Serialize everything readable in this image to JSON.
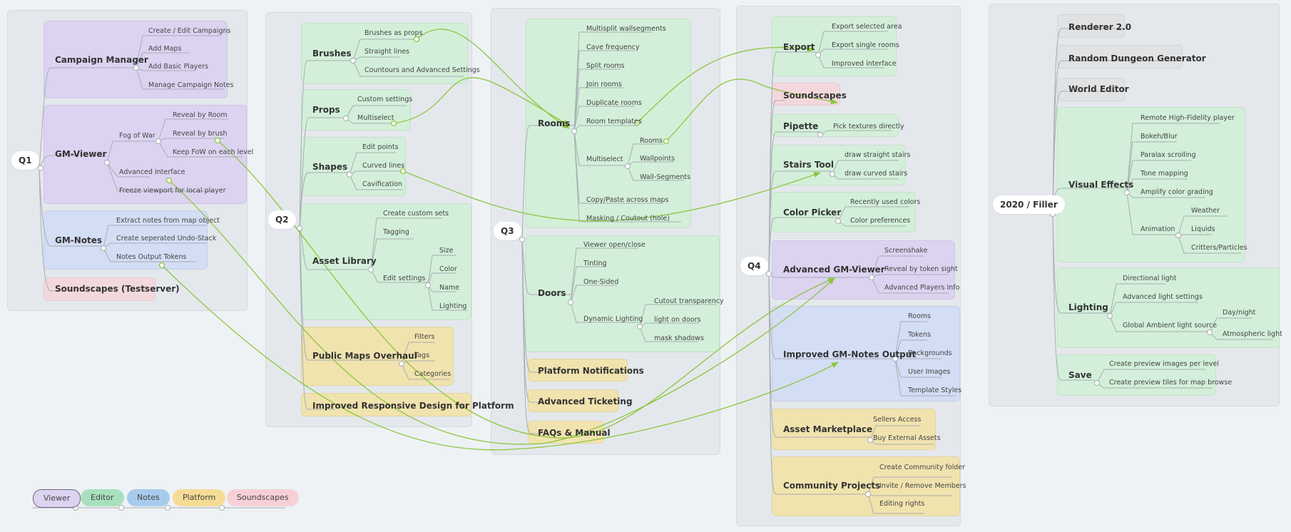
{
  "quarters": {
    "q1": {
      "label": "Q1",
      "campaign_manager": {
        "title": "Campaign Manager",
        "items": [
          "Create / Edit Campaigns",
          "Add Maps",
          "Add Basic Players",
          "Manage Campaign Notes"
        ]
      },
      "gm_viewer": {
        "title": "GM-Viewer",
        "fog_of_war": "Fog of War",
        "fow_items": [
          "Reveal by Room",
          "Reveal by brush",
          "Keep FoW on each level"
        ],
        "advanced_interface": "Advanced Interface",
        "freeze_viewport": "Freeze viewport for local player"
      },
      "gm_notes": {
        "title": "GM-Notes",
        "items": [
          "Extract notes from map object",
          "Create seperated Undo-Stack",
          "Notes Output Tokens"
        ]
      },
      "soundscapes_test": "Soundscapes (Testserver)"
    },
    "q2": {
      "label": "Q2",
      "brushes": {
        "title": "Brushes",
        "items": [
          "Brushes as props",
          "Straight lines",
          "Countours and Advanced Settings"
        ]
      },
      "props": {
        "title": "Props",
        "items": [
          "Custom settings",
          "Multiselect"
        ]
      },
      "shapes": {
        "title": "Shapes",
        "items": [
          "Edit points",
          "Curved lines",
          "Cavification"
        ]
      },
      "asset_library": {
        "title": "Asset Library",
        "items": [
          "Create custom sets",
          "Tagging"
        ],
        "edit_settings": "Edit settings",
        "edit_items": [
          "Size",
          "Color",
          "Name",
          "Lighting"
        ]
      },
      "public_maps": {
        "title": "Public Maps Overhaul",
        "items": [
          "Filters",
          "Tags",
          "Categories"
        ]
      },
      "responsive": "Improved Responsive Design for Platform"
    },
    "q3": {
      "label": "Q3",
      "rooms": {
        "title": "Rooms",
        "items": [
          "Multisplit wallsegments",
          "Cave frequency",
          "Split rooms",
          "Join rooms",
          "Duplicate rooms",
          "Room templates"
        ],
        "multiselect": "Multiselect",
        "multiselect_items": [
          "Rooms",
          "Wallpoints",
          "Wall-Segments"
        ],
        "items_after": [
          "Copy/Paste across maps",
          "Masking / Coutout (hole)"
        ]
      },
      "doors": {
        "title": "Doors",
        "items": [
          "Viewer open/close",
          "Tinting",
          "One-Sided"
        ],
        "dynamic_lighting": "Dynamic Lighting",
        "dl_items": [
          "Cutout transparency",
          "light on doors",
          "mask shadows"
        ]
      },
      "platform_notifications": "Platform Notifications",
      "advanced_ticketing": "Advanced Ticketing",
      "faqs": "FAQs & Manual"
    },
    "q4": {
      "label": "Q4",
      "export": {
        "title": "Export",
        "items": [
          "Export selected area",
          "Export single rooms",
          "Improved interface"
        ]
      },
      "soundscapes": "Soundscapes",
      "pipette": {
        "title": "Pipette",
        "items": [
          "Pick textures directly"
        ]
      },
      "stairs": {
        "title": "Stairs Tool",
        "items": [
          "draw straight stairs",
          "draw curved stairs"
        ]
      },
      "color_picker": {
        "title": "Color Picker",
        "items": [
          "Recently used colors",
          "Color preferences"
        ]
      },
      "adv_gm_viewer": {
        "title": "Advanced GM-Viewer",
        "items": [
          "Screenshake",
          "Reveal by token sight",
          "Advanced Players Info"
        ]
      },
      "gm_notes_output": {
        "title": "Improved GM-Notes Output",
        "items": [
          "Rooms",
          "Tokens",
          "Backgrounds",
          "User Images",
          "Template Styles"
        ]
      },
      "asset_marketplace": {
        "title": "Asset Marketplace",
        "items": [
          "Sellers Access",
          "Buy External Assets"
        ]
      },
      "community": {
        "title": "Community Projects",
        "items": [
          "Create Community folder",
          "Invite / Remove Members",
          "Editing rights"
        ]
      }
    },
    "filler": {
      "label": "2020 / Filler",
      "renderer": "Renderer 2.0",
      "random_dungeon": "Random Dungeon Generator",
      "world_editor": "World Editor",
      "visual_effects": {
        "title": "Visual Effects",
        "items": [
          "Remote High-Fidelity player",
          "Bokeh/Blur",
          "Paralax scrolling",
          "Tone mapping",
          "Amplify color grading"
        ],
        "animation": "Animation",
        "animation_items": [
          "Weather",
          "Liquids",
          "Critters/Particles"
        ]
      },
      "lighting": {
        "title": "Lighting",
        "items": [
          "Directional light",
          "Advanced light settings"
        ],
        "global_ambient": "Global Ambient light source",
        "ambient_items": [
          "Day/night",
          "Atmospheric light"
        ]
      },
      "save": {
        "title": "Save",
        "items": [
          "Create preview images per level",
          "Create preview tiles for map browse"
        ]
      }
    }
  },
  "legend": [
    {
      "label": "Viewer",
      "color": "#dcd3f1"
    },
    {
      "label": "Editor",
      "color": "#a8e0bd"
    },
    {
      "label": "Notes",
      "color": "#a7cbee"
    },
    {
      "label": "Platform",
      "color": "#f5dc95"
    },
    {
      "label": "Soundscapes",
      "color": "#f7d0d6"
    }
  ],
  "colors": {
    "branch": "#9ca3a9",
    "relation": "#8cc63f",
    "viewer": "#dcd3f1",
    "editor": "#d3efd9",
    "notes": "#d3ddf4",
    "platform": "#f1e3ae",
    "soundscapes": "#f2d8dd"
  }
}
